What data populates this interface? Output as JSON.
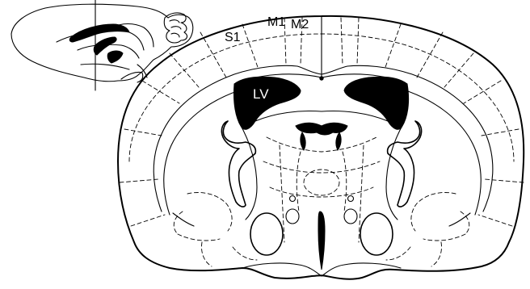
{
  "figure": {
    "labels": {
      "s1": "S1",
      "m1": "M1",
      "m2": "M2",
      "lv": "LV"
    },
    "colors": {
      "line": "#000000",
      "background": "#ffffff",
      "ventricle_fill": "#000000"
    }
  }
}
